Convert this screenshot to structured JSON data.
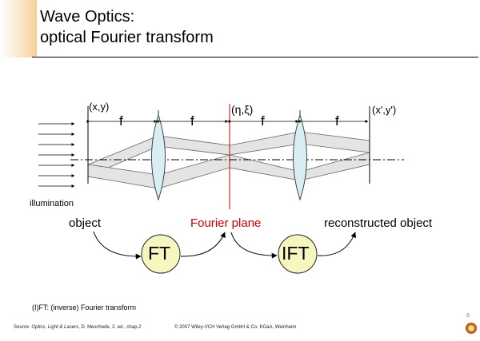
{
  "header": {
    "title_line1": "Wave Optics:",
    "title_line2": "optical Fourier transform"
  },
  "diagram": {
    "labels": {
      "object_plane_coords": "(x,y)",
      "fourier_plane_coords": "(η,ξ)",
      "image_plane_coords": "(x',y')",
      "focal_length": "f",
      "illumination": "illumination",
      "object": "object",
      "fourier_plane": "Fourier plane",
      "reconstructed_object": "reconstructed object"
    },
    "operations": {
      "ft": "FT",
      "ift": "IFT"
    },
    "colors": {
      "fourier_plane": "#cc0000",
      "lens_fill": "#d8eef4",
      "beam_fill": "#e4e4e4",
      "op_circle_fill": "#f6f6bf"
    }
  },
  "notes": {
    "caption": "(I)FT: (inverse) Fourier transform"
  },
  "footer": {
    "source_prefix": "Source: ",
    "source_title": "Optics, Light & Lasers",
    "source_suffix": ", D. Meschede, 2. ed., chap.2",
    "copyright": "© 2007 Wiley-VCH Verlag GmbH & Co. KGaA, Weinheim",
    "logo_tag": "S"
  }
}
